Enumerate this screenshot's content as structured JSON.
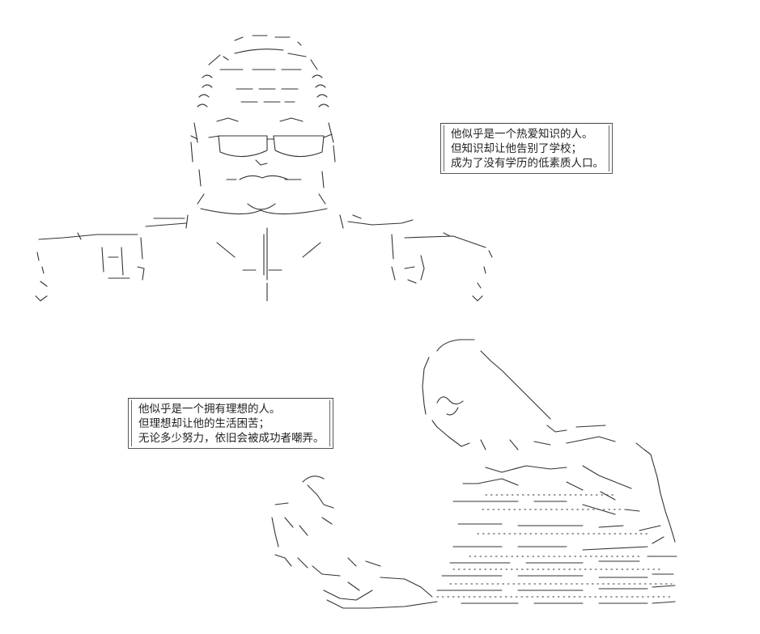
{
  "captions": [
    {
      "lines": [
        "他似乎是一个热爱知识的人。",
        "但知识却让他告别了学校；",
        "成为了没有学历的低素质人口。"
      ]
    },
    {
      "lines": [
        "他似乎是一个拥有理想的人。",
        "但理想却让他的生活困苦；",
        "无论多少努力，依旧会被成功者嘲弄。"
      ]
    }
  ]
}
